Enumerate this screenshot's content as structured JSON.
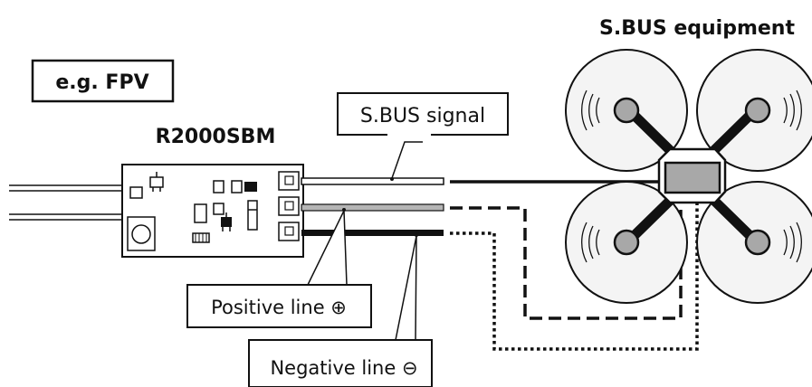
{
  "labels": {
    "example": "e.g. FPV",
    "receiver": "R2000SBM",
    "equipment": "S.BUS equipment",
    "signal": "S.BUS signal",
    "positive": "Positive line ⊕",
    "negative": "Negative line ⊖"
  },
  "colors": {
    "ink": "#111111",
    "gray_wire": "#b5b5b5",
    "body_gray": "#a8a8a8",
    "prop_fill": "#f4f4f4"
  },
  "icons": {
    "receiver": "receiver-module-icon",
    "drone": "quadcopter-icon"
  }
}
